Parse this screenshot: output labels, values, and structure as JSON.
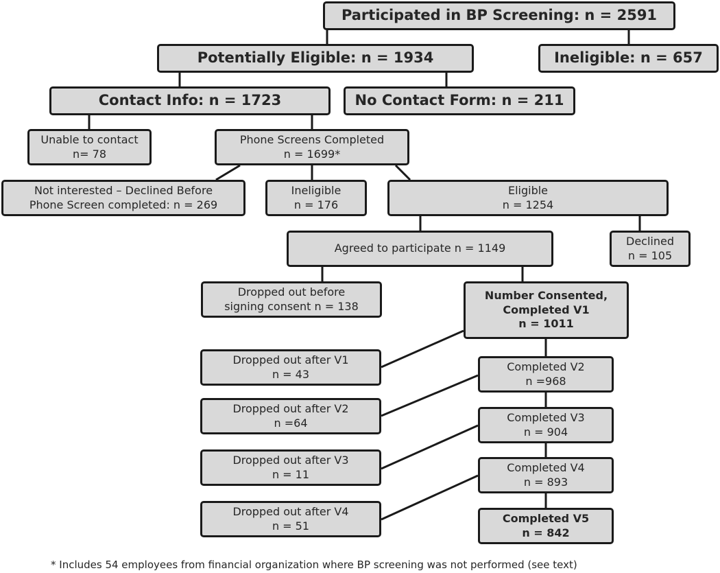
{
  "boxes": {
    "participated": "Participated in BP Screening:  n = 2591",
    "potential": "Potentially Eligible:  n = 1934",
    "ineligible_top": "Ineligible:  n = 657",
    "contact": "Contact Info:  n = 1723",
    "no_contact": "No Contact Form:  n = 211",
    "unable": {
      "line1": "Unable to contact",
      "line2": "n= 78"
    },
    "phone": {
      "line1": "Phone Screens Completed",
      "line2": "n = 1699*"
    },
    "not_interested": {
      "line1": "Not interested – Declined Before",
      "line2": "Phone Screen completed:  n = 269"
    },
    "ineligible_phone": {
      "line1": "Ineligible",
      "line2": "n = 176"
    },
    "eligible": {
      "line1": "Eligible",
      "line2": "n = 1254"
    },
    "agreed": "Agreed to participate  n = 1149",
    "declined": {
      "line1": "Declined",
      "line2": "n = 105"
    },
    "dropped_consent": {
      "line1": "Dropped out before",
      "line2": "signing consent  n = 138"
    },
    "consented": {
      "line1": "Number Consented,",
      "line2": "Completed V1",
      "line3": "n = 1011"
    },
    "dropped_v1": {
      "line1": "Dropped out after V1",
      "line2": "n = 43"
    },
    "completed_v2": {
      "line1": "Completed V2",
      "line2": "n =968"
    },
    "dropped_v2": {
      "line1": "Dropped out after V2",
      "line2": "n =64"
    },
    "completed_v3": {
      "line1": "Completed V3",
      "line2": "n = 904"
    },
    "dropped_v3": {
      "line1": "Dropped out after V3",
      "line2": "n = 11"
    },
    "completed_v4": {
      "line1": "Completed V4",
      "line2": "n = 893"
    },
    "dropped_v4": {
      "line1": "Dropped out after V4",
      "line2": "n = 51"
    },
    "completed_v5": {
      "line1": "Completed V5",
      "line2": "n = 842"
    }
  },
  "footnote": "*  Includes 54 employees from financial organization where BP screening was not performed (see text)",
  "colors": {
    "box_fill": "#d9d9d9",
    "border": "#1a1a1a",
    "text": "#262626"
  }
}
